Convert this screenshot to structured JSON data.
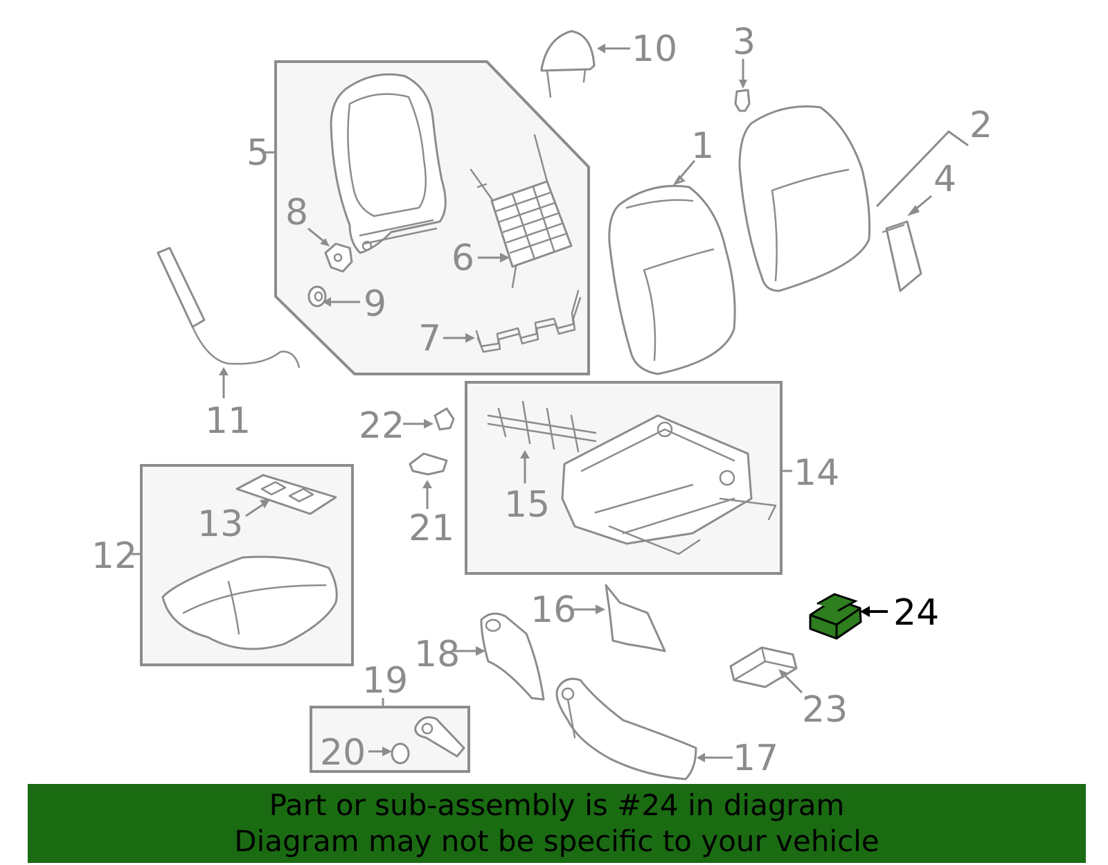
{
  "diagram": {
    "labels": [
      "1",
      "2",
      "3",
      "4",
      "5",
      "6",
      "7",
      "8",
      "9",
      "10",
      "11",
      "12",
      "13",
      "14",
      "15",
      "16",
      "17",
      "18",
      "19",
      "20",
      "21",
      "22",
      "23",
      "24"
    ],
    "highlighted_part": "24",
    "colors": {
      "line": "#8c8c8c",
      "box_fill": "#f6f6f6",
      "highlight_fill": "#2e7d1e",
      "banner_bg": "#1a6b12"
    }
  },
  "banner": {
    "line1": "Part or sub-assembly is #24 in diagram",
    "line2": "Diagram may not be specific to your vehicle"
  }
}
